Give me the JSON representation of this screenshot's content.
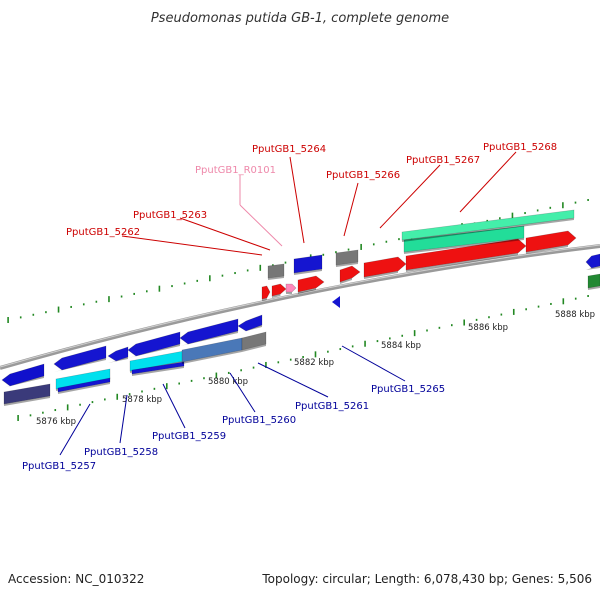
{
  "title": "Pseudomonas putida GB-1, complete genome",
  "footer": {
    "accession": "Accession: NC_010322",
    "topology": "Topology: circular; Length: 6,078,430 bp; Genes: 5,506"
  },
  "colors": {
    "backbone": "#888888",
    "label_top": "#cc0000",
    "label_rna": "#ee88aa",
    "label_bottom": "#000099",
    "tick": "#228822"
  },
  "axis": {
    "kbp_labels": [
      "5876 kbp",
      "5878 kbp",
      "5880 kbp",
      "5882 kbp",
      "5884 kbp",
      "5886 kbp",
      "5888 kbp"
    ]
  },
  "genes_top": [
    {
      "label": "PputGB1_5262",
      "color": "#cc0000"
    },
    {
      "label": "PputGB1_5263",
      "color": "#cc0000"
    },
    {
      "label": "PputGB1_R0101",
      "color": "#ee88aa"
    },
    {
      "label": "PputGB1_5264",
      "color": "#cc0000"
    },
    {
      "label": "PputGB1_5266",
      "color": "#cc0000"
    },
    {
      "label": "PputGB1_5267",
      "color": "#cc0000"
    },
    {
      "label": "PputGB1_5268",
      "color": "#cc0000"
    }
  ],
  "genes_bottom": [
    {
      "label": "PputGB1_5257",
      "color": "#000099"
    },
    {
      "label": "PputGB1_5258",
      "color": "#000099"
    },
    {
      "label": "PputGB1_5259",
      "color": "#000099"
    },
    {
      "label": "PputGB1_5260",
      "color": "#000099"
    },
    {
      "label": "PputGB1_5261",
      "color": "#000099"
    },
    {
      "label": "PputGB1_5265",
      "color": "#000099"
    }
  ]
}
